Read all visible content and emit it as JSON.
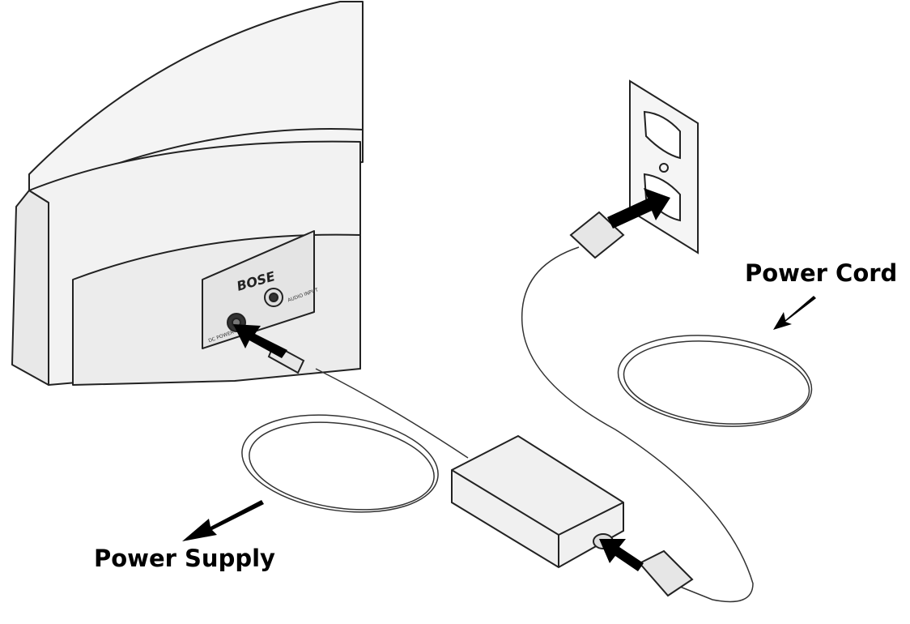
{
  "labels": {
    "power_cord": "Power Cord",
    "power_supply": "Power Supply"
  },
  "device": {
    "logo": "BOSE",
    "dc_power_label": "DC POWER",
    "audio_input_label": "AUDIO INPUT"
  },
  "colors": {
    "line": "#222222",
    "body": "#f1f1f1",
    "shade": "#dcdcdc",
    "arrow": "#000000"
  }
}
